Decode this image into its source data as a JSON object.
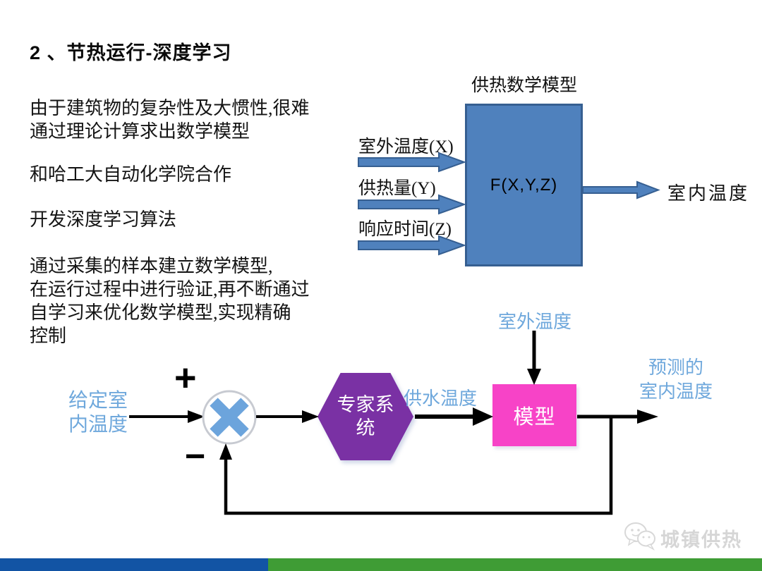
{
  "slide": {
    "title": "2 、节热运行-深度学习",
    "paragraphs": [
      "由于建筑物的复杂性及大惯性,很难\n通过理论计算求出数学模型",
      "和哈工大自动化学院合作",
      "开发深度学习算法",
      "通过采集的样本建立数学模型,\n在运行过程中进行验证,再不断通过\n自学习来优化数学模型,实现精确\n控制"
    ]
  },
  "model_diagram": {
    "title": "供热数学模型",
    "box_label": "F(X,Y,Z)",
    "inputs": [
      "室外温度(X)",
      "供热量(Y)",
      "响应时间(Z)"
    ],
    "output_label": "室内温度"
  },
  "control_diagram": {
    "setpoint_label": "给定室\n内温度",
    "plus_sign": "+",
    "minus_sign": "−",
    "expert_system_label": "专家系\n统",
    "supply_temp_label": "供水温度",
    "model_label": "模型",
    "outdoor_temp_label": "室外温度",
    "predicted_label": "预测的\n室内温度"
  },
  "watermark": {
    "text": "城镇供热",
    "icon": "wechat-icon"
  },
  "colors": {
    "steel_blue": "#4F81BD",
    "steel_blue_border": "#365F91",
    "purple": "#7A31A4",
    "pink": "#F743C7",
    "light_blue": "#6FA8DC",
    "summing_x_blue": "#6CA4DC",
    "bottom_bar_blue": "#1254A4",
    "bottom_bar_green": "#3F9C35"
  }
}
